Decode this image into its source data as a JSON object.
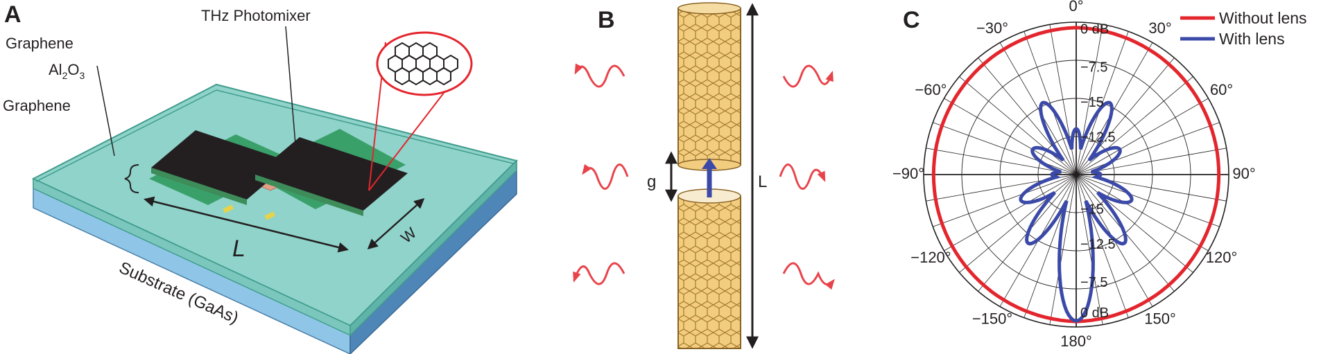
{
  "panel_a": {
    "letter": "A",
    "labels": {
      "graphene_top": "Graphene",
      "al": "Al",
      "al_sub": "2",
      "o": "O",
      "o_sub": "3",
      "graphene_bottom": "Graphene",
      "photomixer": "THz Photomixer",
      "length": "L",
      "width": "W",
      "substrate": "Substrate (GaAs)"
    },
    "colors": {
      "substrate": "#8fc6e8",
      "glass": "#8fd3ca",
      "pad": "#231f20",
      "strip": "#e3a088",
      "graphene_layer": "#3aa06a",
      "inset": "#e3262d"
    }
  },
  "panel_b": {
    "letter": "B",
    "labels": {
      "gap": "g",
      "length": "L"
    },
    "colors": {
      "nanotube": "#f2cd7f",
      "wave": "#e8434a",
      "arrow": "#3b4aa8"
    }
  },
  "panel_c": {
    "letter": "C",
    "legend": [
      {
        "name": "Without lens",
        "color": "#e3262d"
      },
      {
        "name": "With lens",
        "color": "#3b4aa8"
      }
    ],
    "angle_labels": [
      {
        "text": "0°",
        "deg": 0
      },
      {
        "text": "30°",
        "deg": 30
      },
      {
        "text": "60°",
        "deg": 60
      },
      {
        "text": "90°",
        "deg": 90
      },
      {
        "text": "120°",
        "deg": 120
      },
      {
        "text": "150°",
        "deg": 150
      },
      {
        "text": "180°",
        "deg": 180
      },
      {
        "text": "−150°",
        "deg": -150
      },
      {
        "text": "−120°",
        "deg": -120
      },
      {
        "text": "−90°",
        "deg": -90
      },
      {
        "text": "−60°",
        "deg": -60
      },
      {
        "text": "−30°",
        "deg": -30
      }
    ],
    "radial_labels_top": [
      "0 dB",
      "−7.5",
      "−15",
      "−12.5"
    ],
    "radial_labels_bottom": [
      "−15",
      "−12.5",
      "−7.5",
      "0 dB"
    ]
  }
}
